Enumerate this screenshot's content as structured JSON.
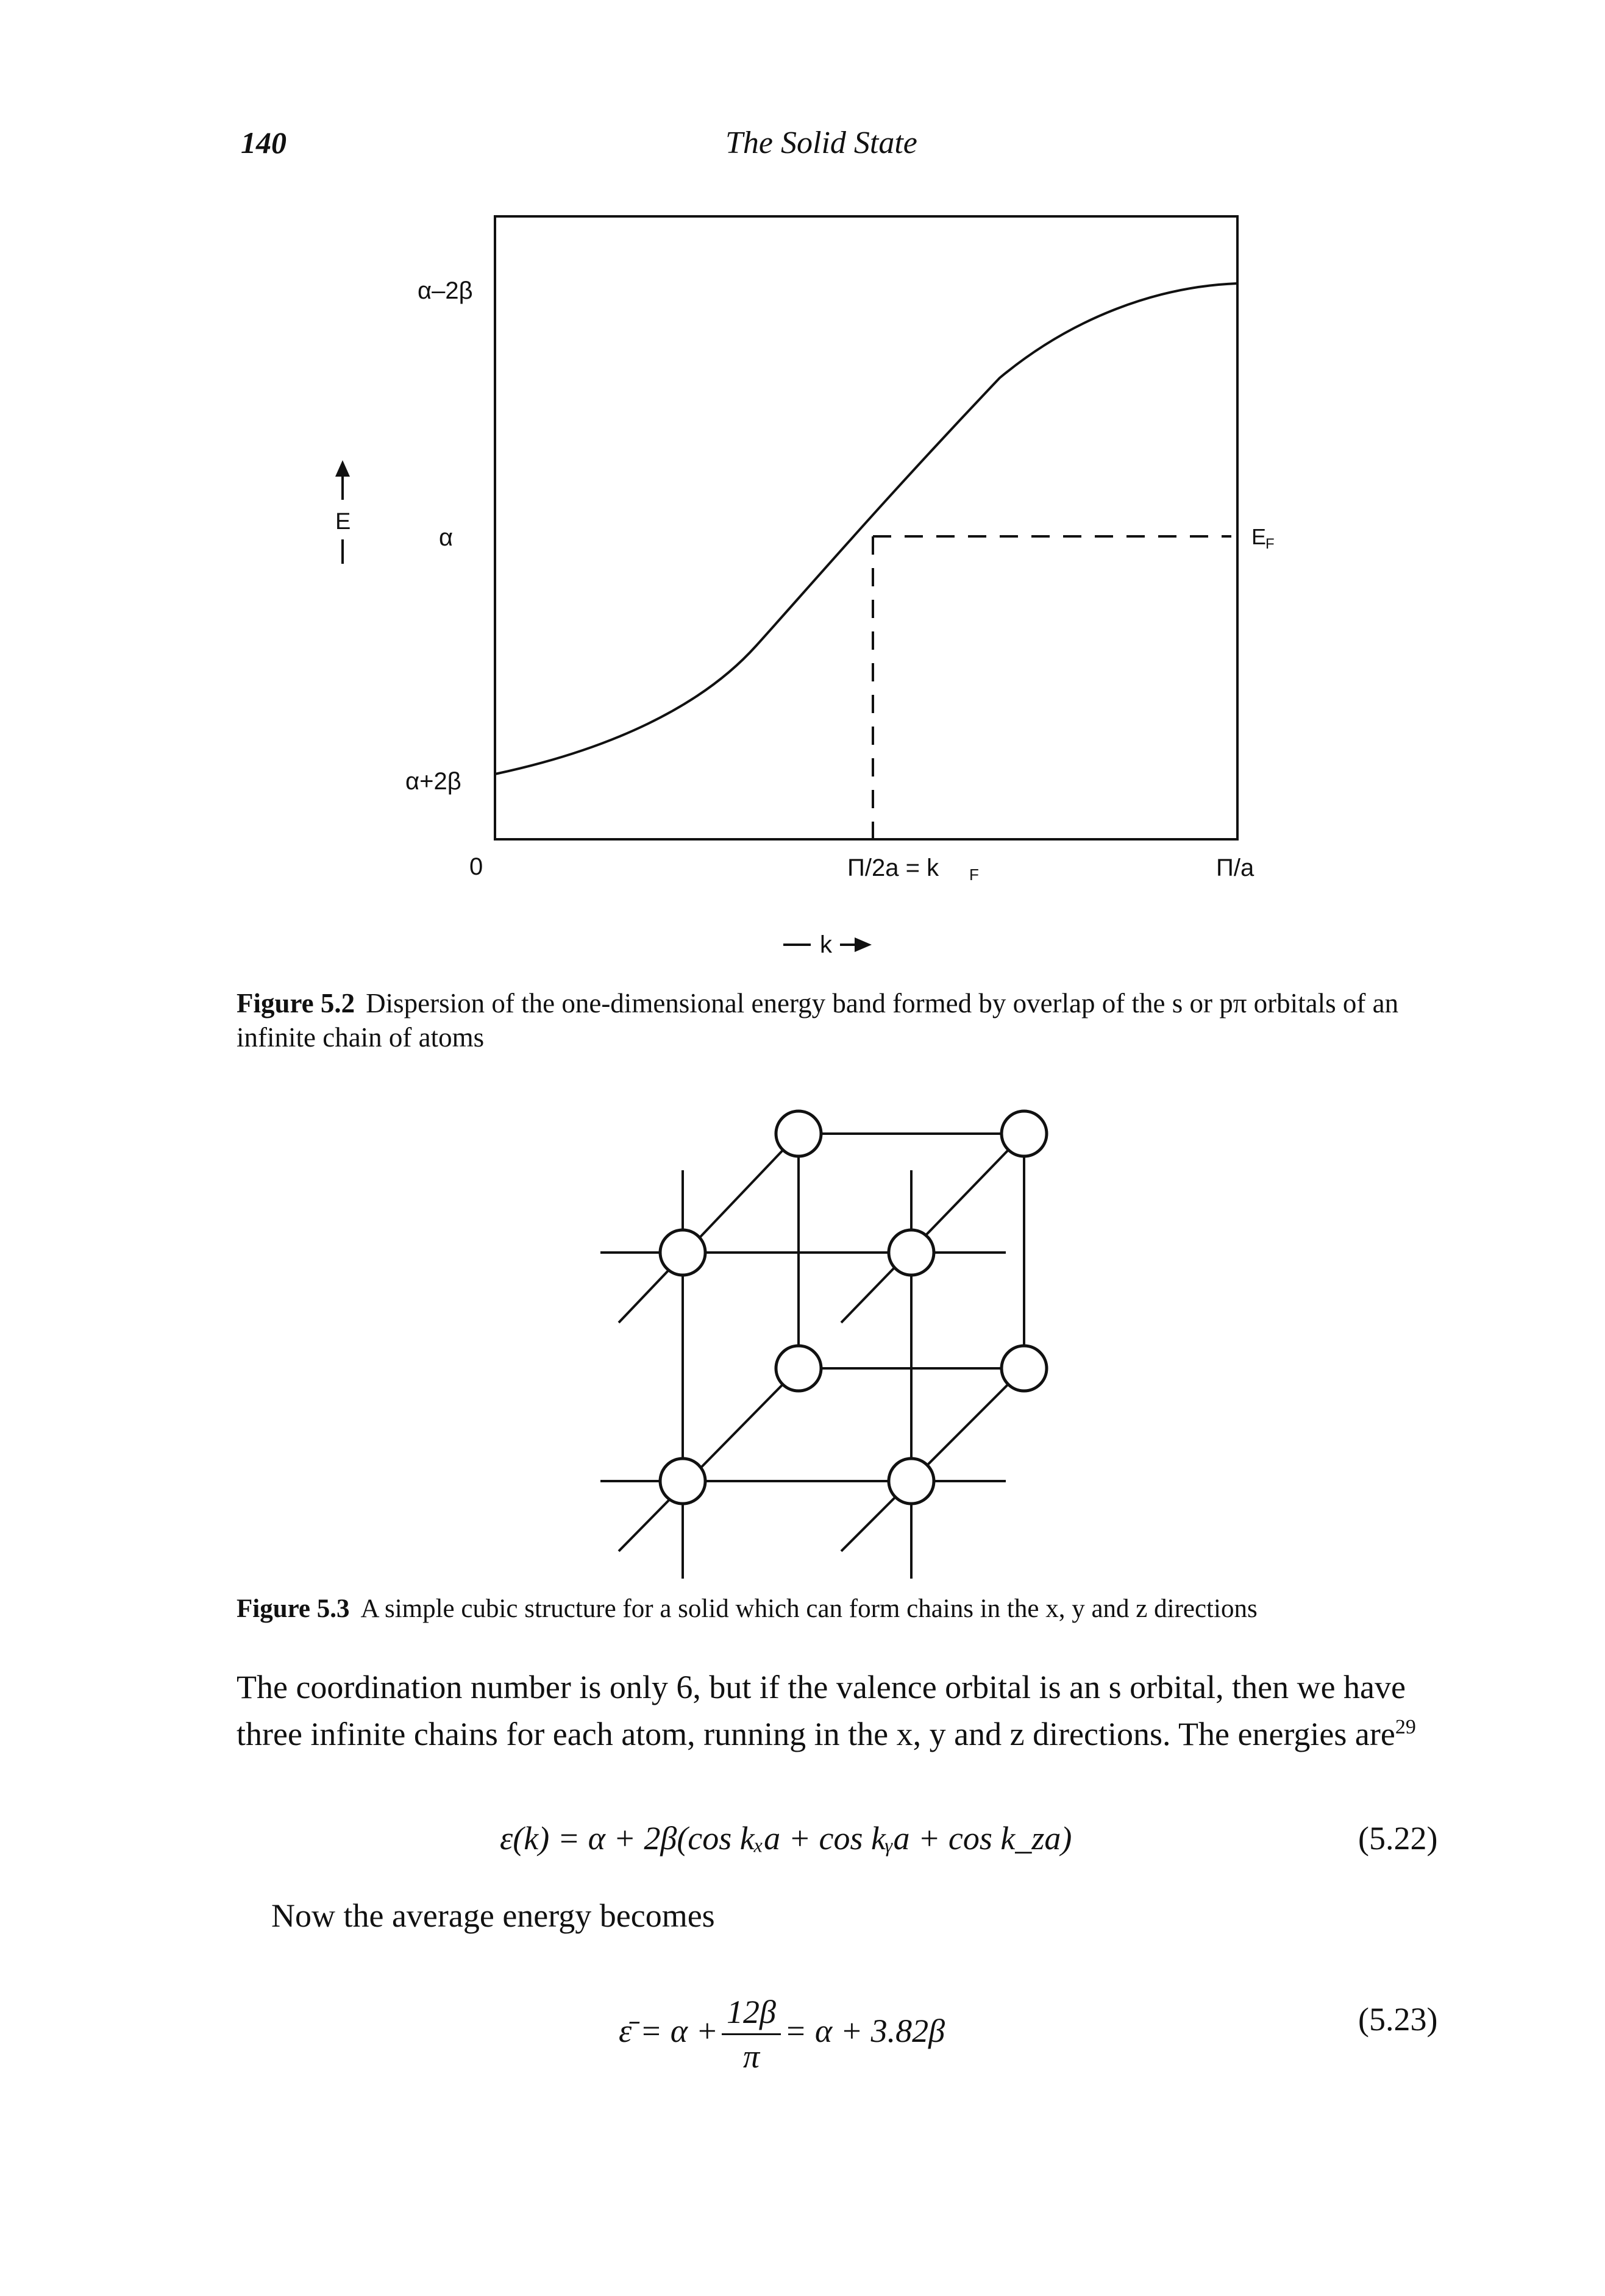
{
  "header": {
    "page_number": "140",
    "running_head": "The Solid State"
  },
  "figure_5_2": {
    "y_ticks": [
      "α–2β",
      "α",
      "α+2β"
    ],
    "y_axis_label": "E",
    "x_ticks": [
      "0",
      "Π/2a = k",
      "Π/a"
    ],
    "x_tick_subscript": "F",
    "x_axis_label": "k",
    "fermi_label": "E",
    "fermi_subscript": "F",
    "caption_label": "Figure 5.2",
    "caption_text": "Dispersion of the one-dimensional energy band formed by overlap of the s or pπ orbitals of an infinite chain of atoms"
  },
  "figure_5_3": {
    "caption_label": "Figure 5.3",
    "caption_text": "A simple cubic structure for a solid which can form chains in the x, y and z directions"
  },
  "body": {
    "paragraph_1": "The coordination number is only 6, but if the valence orbital is an s orbital, then we have three infinite chains for each atom, running in the x, y and z directions. The energies are",
    "footnote_ref": "29",
    "eq_522": "ε(k) = α + 2β(cos kₓa + cos kᵧa + cos k_za)",
    "eq_522_number": "(5.22)",
    "paragraph_2": "Now the average energy becomes",
    "eq_523_lhs": "ε̄ = α +",
    "eq_523_num": "12β",
    "eq_523_den": "π",
    "eq_523_rhs": "= α + 3.82β",
    "eq_523_number": "(5.23)"
  }
}
